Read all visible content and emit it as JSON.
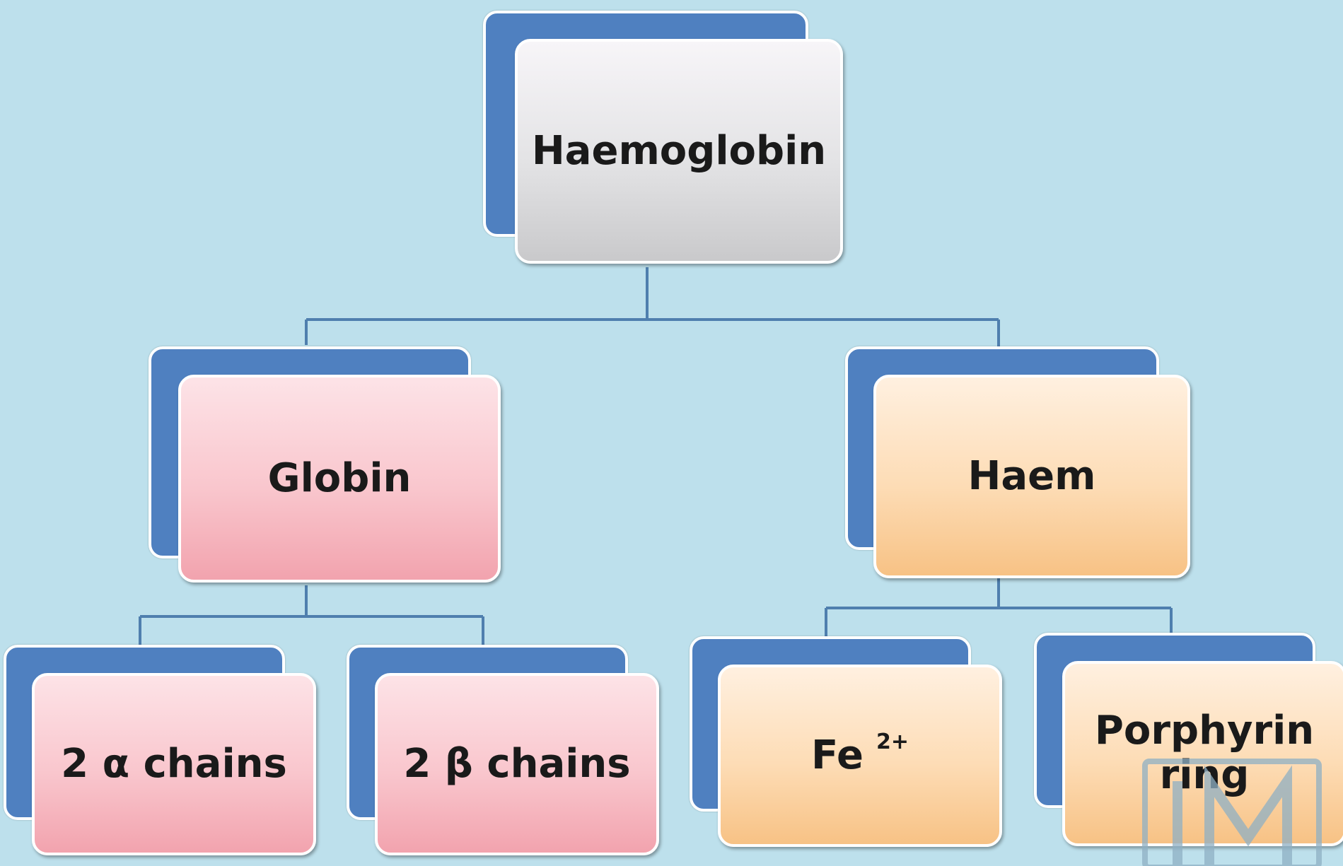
{
  "diagram": {
    "nodes": {
      "root": "Haemoglobin",
      "globin": "Globin",
      "haem": "Haem",
      "alpha": "2 α chains",
      "beta": "2 β chains",
      "iron": "Fe",
      "iron_charge": "2+",
      "porphyrin_line1": "Porphyrin",
      "porphyrin_line2": "ring"
    },
    "edges": [
      [
        "Haemoglobin",
        "Globin"
      ],
      [
        "Haemoglobin",
        "Haem"
      ],
      [
        "Globin",
        "2 α chains"
      ],
      [
        "Globin",
        "2 β chains"
      ],
      [
        "Haem",
        "Fe 2+"
      ],
      [
        "Haem",
        "Porphyrin ring"
      ]
    ],
    "colors": {
      "background": "#bde0ec",
      "shadow_block": "#4f80c0",
      "connector": "#4f7fae",
      "root_fill": "#e3e3e5",
      "globin_fill": "#f9c6cd",
      "haem_fill": "#fddcb5"
    }
  }
}
